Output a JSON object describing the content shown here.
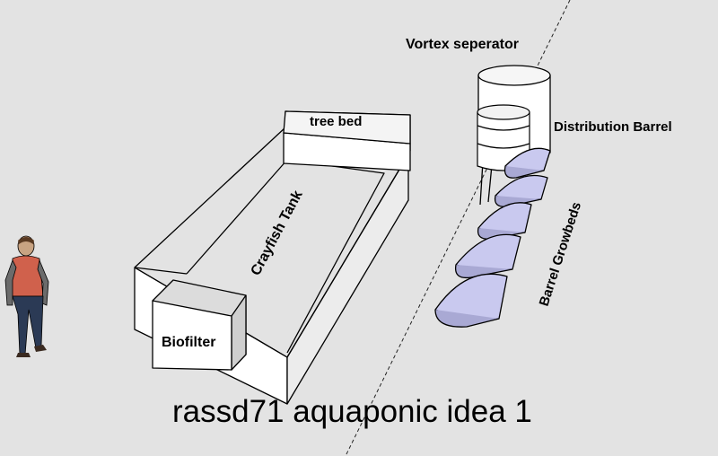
{
  "labels": {
    "vortex": "Vortex seperator",
    "distribution": "Distribution Barrel",
    "tree_bed": "tree bed",
    "crayfish_tank": "Crayfish Tank",
    "growbeds": "Barrel Growbeds",
    "biofilter": "Biofilter",
    "caption": "rassd71 aquaponic idea 1"
  },
  "colors": {
    "background": "#e3e3e3",
    "box_face": "#ffffff",
    "box_side": "#dcdcdc",
    "growbed_fill": "#c9c9ef",
    "line": "#000000",
    "person_shirt": "#d0614c",
    "person_pants": "#2b3a55"
  }
}
